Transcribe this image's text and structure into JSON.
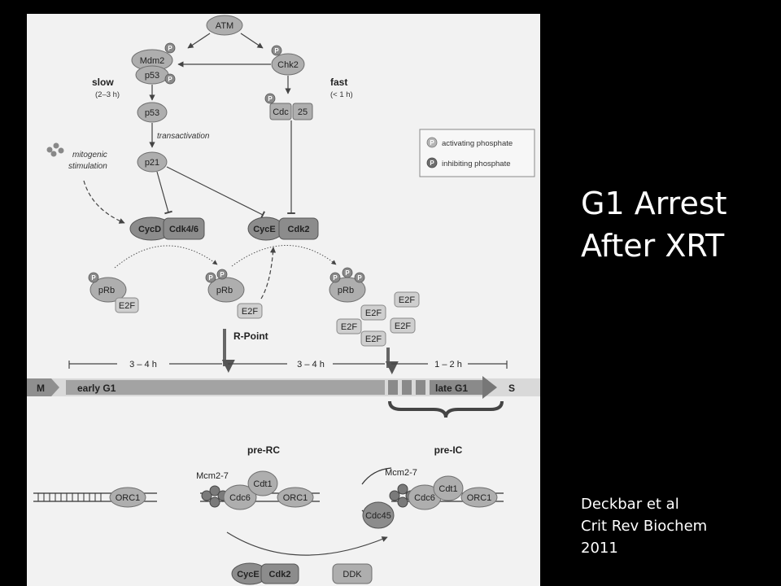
{
  "slide": {
    "title_lines": [
      "G1 Arrest",
      "After XRT"
    ],
    "citation_lines": [
      "Deckbar et al",
      "Crit Rev Biochem",
      "2011"
    ]
  },
  "figure": {
    "nodes": {
      "atm": "ATM",
      "mdm2": "Mdm2",
      "p53_complex": "p53",
      "chk2": "Chk2",
      "cdc": "Cdc",
      "cdc25": "25",
      "p53": "p53",
      "p21": "p21",
      "cycd": "CycD",
      "cdk46": "Cdk4/6",
      "cyce": "CycE",
      "cdk2": "Cdk2",
      "prb1": "pRb",
      "e2f1": "E2F",
      "prb2": "pRb",
      "e2f2": "E2F",
      "prb3": "pRb",
      "e2f_free": [
        "E2F",
        "E2F",
        "E2F",
        "E2F",
        "E2F"
      ],
      "orc1": "ORC1",
      "mcm27": "Mcm2-7",
      "cdc6": "Cdc6",
      "cdt1": "Cdt1",
      "cdc45": "Cdc45",
      "cyce_bottom": "CycE",
      "cdk2_bottom": "Cdk2",
      "ddk": "DDK"
    },
    "phosphate_mark": "P",
    "labels": {
      "slow": "slow",
      "slow_time": "(2–3 h)",
      "fast": "fast",
      "fast_time": "(< 1 h)",
      "transactivation": "transactivation",
      "mitogenic_1": "mitogenic",
      "mitogenic_2": "stimulation",
      "r_point": "R-Point",
      "pre_rc": "pre-RC",
      "pre_ic": "pre-IC"
    },
    "legend": {
      "activating": "activating phosphate",
      "inhibiting": "inhibiting phosphate"
    },
    "timeline": {
      "m": "M",
      "early_g1": "early G1",
      "late_g1": "late G1",
      "s": "S",
      "span1": "3 – 4 h",
      "span2": "3 – 4 h",
      "span3": "1 – 2 h"
    },
    "colors": {
      "background": "#000000",
      "panel": "#f2f2f2",
      "node_fill": "#aeaeae",
      "text_white": "#ffffff"
    }
  }
}
